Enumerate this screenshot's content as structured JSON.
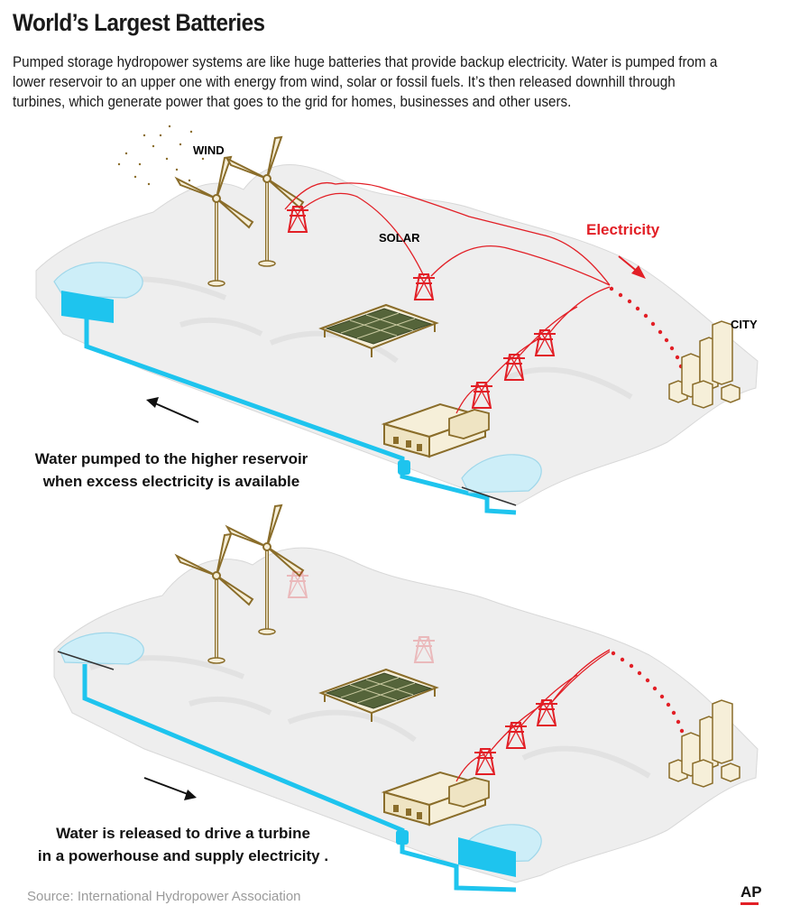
{
  "title": "World’s Largest Batteries",
  "intro": "Pumped storage hydropower systems are like huge batteries that provide backup electricity. Water is pumped from a lower reservoir to an upper one with energy from wind, solar or fossil fuels. It’s then released downhill through turbines, which generate power that goes to the grid for homes, businesses and other users.",
  "labels": {
    "wind": "WIND",
    "solar": "SOLAR",
    "electricity": "Electricity",
    "city": "CITY"
  },
  "panel_top": {
    "caption_line1": "Water pumped to the higher reservoir",
    "caption_line2": "when excess electricity is available"
  },
  "panel_bottom": {
    "caption_line1": "Water is released to drive a turbine",
    "caption_line2": "in a powerhouse and supply electricity ."
  },
  "source": "Source: International Hydropower Association",
  "credit": "AP",
  "colors": {
    "water": "#1ec4ee",
    "reservoir": "#cdeef8",
    "power_line": "#e21f26",
    "structure": "#8a6d2a",
    "structure_fill": "#f6efd9",
    "terrain": "#eeeeee"
  }
}
